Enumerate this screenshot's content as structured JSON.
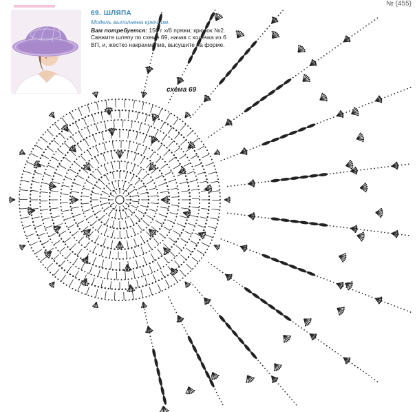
{
  "header": {
    "page_number": "№ (455)"
  },
  "pattern": {
    "number": "69.",
    "title": "ШЛЯПА",
    "subtitle": "Модель выполнена крючком.",
    "materials_label": "Вам потребуется:",
    "materials_text": "150 г х/б пряжи; крючок №2.",
    "instructions": "Свяжите шляпу по схеме 69, начав с колечка из 6 ВП, и, жестко накрахмалив, высушите на форме."
  },
  "diagram": {
    "label": "схема 69",
    "rounds": 10,
    "flare_sections": 12
  },
  "colors": {
    "accent": "#3a86b8",
    "pink": "#e58fb8",
    "hat": "#a989c8",
    "ink": "#222222"
  }
}
